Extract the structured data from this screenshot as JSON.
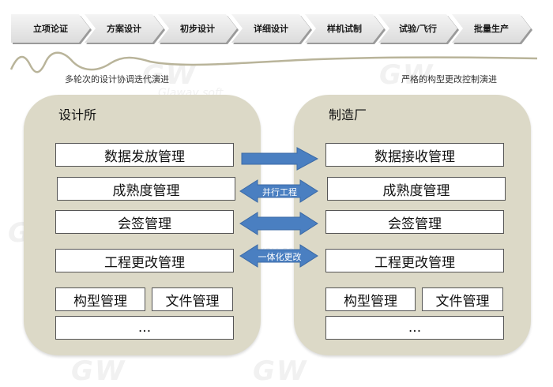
{
  "phases": [
    "立项论证",
    "方案设计",
    "初步设计",
    "详细设计",
    "样机试制",
    "试验/飞行",
    "批量生产"
  ],
  "notes": {
    "left": "多轮次的设计协调迭代演进",
    "right": "严格的构型更改控制演进"
  },
  "left_panel": {
    "title": "设计所",
    "items": [
      "数据发放管理",
      "成熟度管理",
      "会签管理",
      "工程更改管理",
      "构型管理",
      "文件管理",
      "..."
    ]
  },
  "right_panel": {
    "title": "制造厂",
    "items": [
      "数据接收管理",
      "成熟度管理",
      "会签管理",
      "工程更改管理",
      "构型管理",
      "文件管理",
      "..."
    ]
  },
  "arrows": {
    "parallel_label": "并行工程",
    "integration_label": "一体化更改"
  },
  "watermark": {
    "logo": "GW",
    "text": "Glaway soft."
  },
  "colors": {
    "panel": "#dcd9c7",
    "arrow": "#4a7fc1",
    "wave": "#b9b49a"
  }
}
